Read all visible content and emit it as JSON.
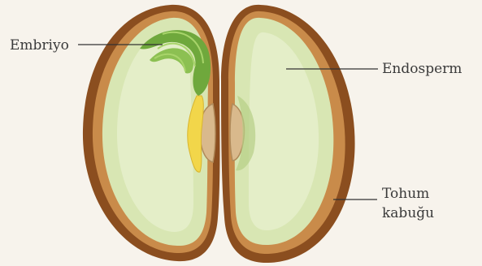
{
  "labels": {
    "embryo": "Embriyo",
    "endosperm": "Endosperm",
    "seed_coat_line1": "Tohum",
    "seed_coat_line2": "kabuğu"
  },
  "colors": {
    "background": "#f7f3ec",
    "seed_coat": "#8b4e1f",
    "seed_coat_light": "#c98b4a",
    "endosperm": "#d8e6b3",
    "endosperm_light": "#e4eec8",
    "embryo": "#6fa83c",
    "radicle": "#f2d64a",
    "hilum": "#d9b98c"
  }
}
